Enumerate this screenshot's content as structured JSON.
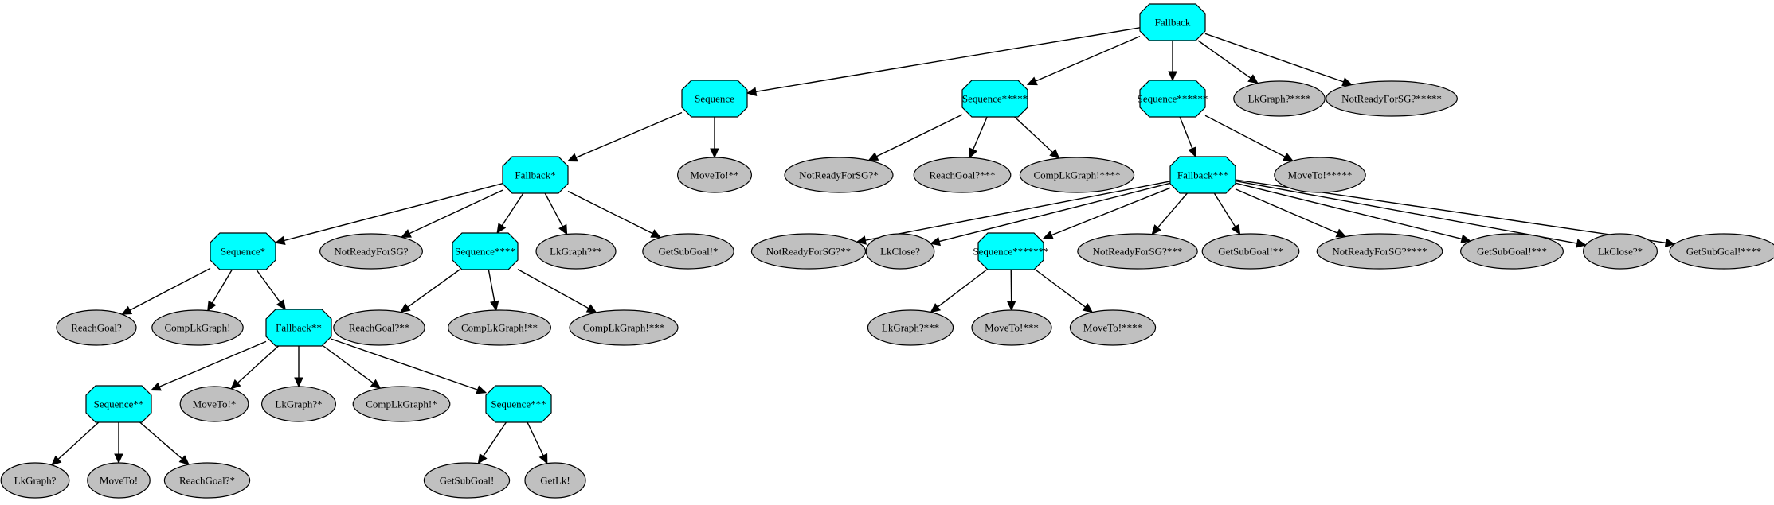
{
  "nodes": [
    {
      "id": "n0",
      "label": "Fallback",
      "kind": "control"
    },
    {
      "id": "n1",
      "label": "Sequence",
      "kind": "control"
    },
    {
      "id": "n2",
      "label": "Sequence*****",
      "kind": "control"
    },
    {
      "id": "n3",
      "label": "Sequence******",
      "kind": "control"
    },
    {
      "id": "n4",
      "label": "LkGraph?****",
      "kind": "leaf"
    },
    {
      "id": "n5",
      "label": "NotReadyForSG?*****",
      "kind": "leaf"
    },
    {
      "id": "n6",
      "label": "Fallback*",
      "kind": "control"
    },
    {
      "id": "n7",
      "label": "MoveTo!**",
      "kind": "leaf"
    },
    {
      "id": "n8",
      "label": "NotReadyForSG?*",
      "kind": "leaf"
    },
    {
      "id": "n9",
      "label": "ReachGoal?***",
      "kind": "leaf"
    },
    {
      "id": "n10",
      "label": "CompLkGraph!****",
      "kind": "leaf"
    },
    {
      "id": "n11",
      "label": "Fallback***",
      "kind": "control"
    },
    {
      "id": "n12",
      "label": "MoveTo!*****",
      "kind": "leaf"
    },
    {
      "id": "n13",
      "label": "Sequence*",
      "kind": "control"
    },
    {
      "id": "n14",
      "label": "NotReadyForSG?",
      "kind": "leaf"
    },
    {
      "id": "n15",
      "label": "Sequence****",
      "kind": "control"
    },
    {
      "id": "n16",
      "label": "LkGraph?**",
      "kind": "leaf"
    },
    {
      "id": "n17",
      "label": "GetSubGoal!*",
      "kind": "leaf"
    },
    {
      "id": "n18",
      "label": "NotReadyForSG?**",
      "kind": "leaf"
    },
    {
      "id": "n19",
      "label": "LkClose?",
      "kind": "leaf"
    },
    {
      "id": "n20",
      "label": "Sequence*******",
      "kind": "control"
    },
    {
      "id": "n21",
      "label": "NotReadyForSG?***",
      "kind": "leaf"
    },
    {
      "id": "n22",
      "label": "GetSubGoal!**",
      "kind": "leaf"
    },
    {
      "id": "n23",
      "label": "NotReadyForSG?****",
      "kind": "leaf"
    },
    {
      "id": "n24",
      "label": "GetSubGoal!***",
      "kind": "leaf"
    },
    {
      "id": "n25",
      "label": "LkClose?*",
      "kind": "leaf"
    },
    {
      "id": "n26",
      "label": "GetSubGoal!****",
      "kind": "leaf"
    },
    {
      "id": "n27",
      "label": "ReachGoal?",
      "kind": "leaf"
    },
    {
      "id": "n28",
      "label": "CompLkGraph!",
      "kind": "leaf"
    },
    {
      "id": "n29",
      "label": "Fallback**",
      "kind": "control"
    },
    {
      "id": "n30",
      "label": "ReachGoal?**",
      "kind": "leaf"
    },
    {
      "id": "n31",
      "label": "CompLkGraph!**",
      "kind": "leaf"
    },
    {
      "id": "n32",
      "label": "CompLkGraph!***",
      "kind": "leaf"
    },
    {
      "id": "n33",
      "label": "LkGraph?***",
      "kind": "leaf"
    },
    {
      "id": "n34",
      "label": "MoveTo!***",
      "kind": "leaf"
    },
    {
      "id": "n35",
      "label": "MoveTo!****",
      "kind": "leaf"
    },
    {
      "id": "n36",
      "label": "Sequence**",
      "kind": "control"
    },
    {
      "id": "n37",
      "label": "MoveTo!*",
      "kind": "leaf"
    },
    {
      "id": "n38",
      "label": "LkGraph?*",
      "kind": "leaf"
    },
    {
      "id": "n39",
      "label": "CompLkGraph!*",
      "kind": "leaf"
    },
    {
      "id": "n40",
      "label": "Sequence***",
      "kind": "control"
    },
    {
      "id": "n41",
      "label": "LkGraph?",
      "kind": "leaf"
    },
    {
      "id": "n42",
      "label": "MoveTo!",
      "kind": "leaf"
    },
    {
      "id": "n43",
      "label": "ReachGoal?*",
      "kind": "leaf"
    },
    {
      "id": "n44",
      "label": "GetSubGoal!",
      "kind": "leaf"
    },
    {
      "id": "n45",
      "label": "GetLk!",
      "kind": "leaf"
    }
  ],
  "edges": [
    [
      "n0",
      "n1"
    ],
    [
      "n0",
      "n2"
    ],
    [
      "n0",
      "n3"
    ],
    [
      "n0",
      "n4"
    ],
    [
      "n0",
      "n5"
    ],
    [
      "n1",
      "n6"
    ],
    [
      "n1",
      "n7"
    ],
    [
      "n2",
      "n8"
    ],
    [
      "n2",
      "n9"
    ],
    [
      "n2",
      "n10"
    ],
    [
      "n3",
      "n11"
    ],
    [
      "n3",
      "n12"
    ],
    [
      "n6",
      "n13"
    ],
    [
      "n6",
      "n14"
    ],
    [
      "n6",
      "n15"
    ],
    [
      "n6",
      "n16"
    ],
    [
      "n6",
      "n17"
    ],
    [
      "n11",
      "n18"
    ],
    [
      "n11",
      "n19"
    ],
    [
      "n11",
      "n20"
    ],
    [
      "n11",
      "n21"
    ],
    [
      "n11",
      "n22"
    ],
    [
      "n11",
      "n23"
    ],
    [
      "n11",
      "n24"
    ],
    [
      "n11",
      "n25"
    ],
    [
      "n11",
      "n26"
    ],
    [
      "n13",
      "n27"
    ],
    [
      "n13",
      "n28"
    ],
    [
      "n13",
      "n29"
    ],
    [
      "n15",
      "n30"
    ],
    [
      "n15",
      "n31"
    ],
    [
      "n15",
      "n32"
    ],
    [
      "n20",
      "n33"
    ],
    [
      "n20",
      "n34"
    ],
    [
      "n20",
      "n35"
    ],
    [
      "n29",
      "n36"
    ],
    [
      "n29",
      "n37"
    ],
    [
      "n29",
      "n38"
    ],
    [
      "n29",
      "n39"
    ],
    [
      "n29",
      "n40"
    ],
    [
      "n36",
      "n41"
    ],
    [
      "n36",
      "n42"
    ],
    [
      "n36",
      "n43"
    ],
    [
      "n40",
      "n44"
    ],
    [
      "n40",
      "n45"
    ]
  ]
}
